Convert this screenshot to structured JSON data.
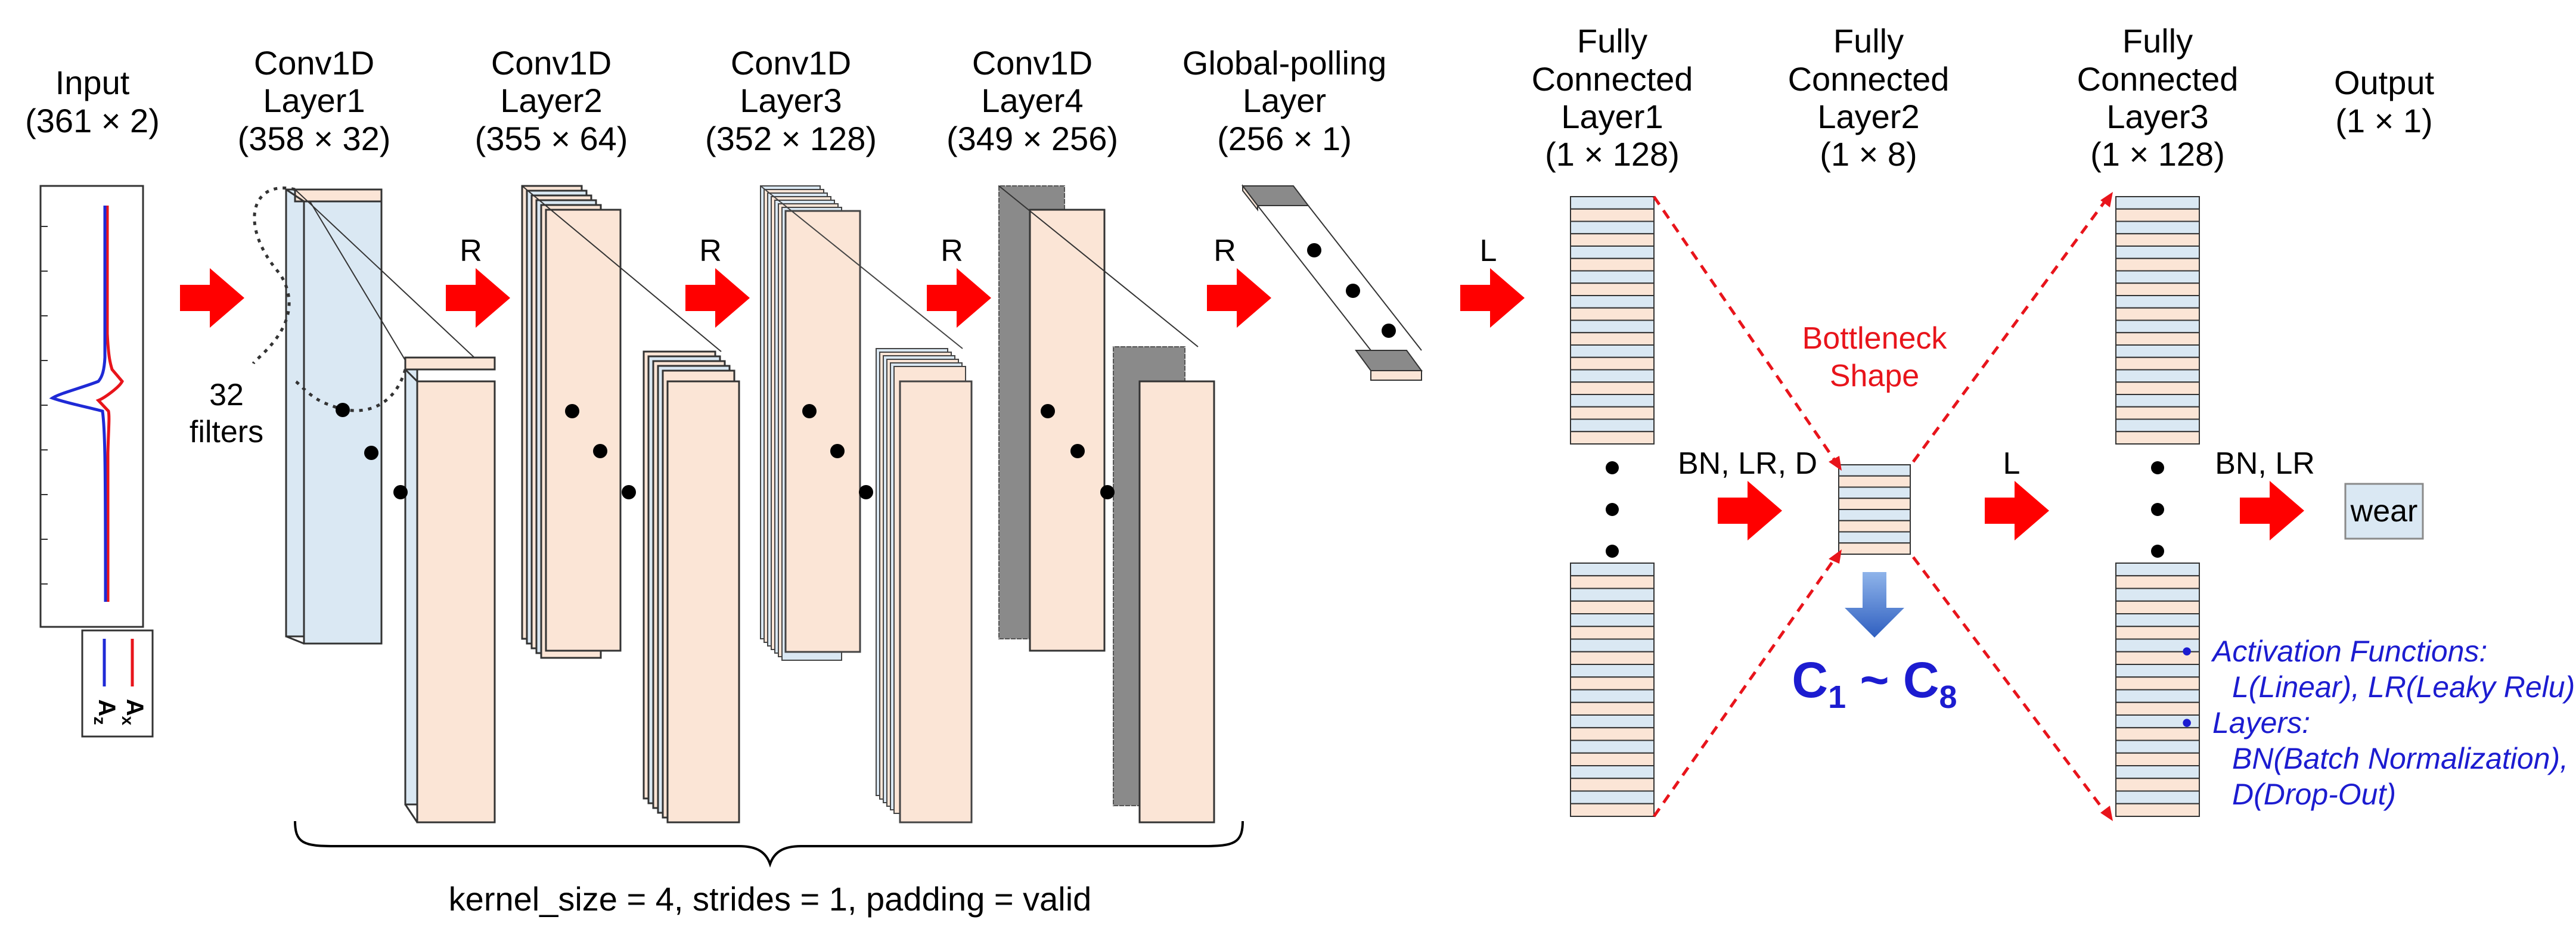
{
  "layers": {
    "input": {
      "name": "Input",
      "shape": "(361 × 2)"
    },
    "conv1": {
      "line1": "Conv1D",
      "line2": "Layer1",
      "shape": "(358 × 32)"
    },
    "conv2": {
      "line1": "Conv1D",
      "line2": "Layer2",
      "shape": "(355 × 64)"
    },
    "conv3": {
      "line1": "Conv1D",
      "line2": "Layer3",
      "shape": "(352 × 128)"
    },
    "conv4": {
      "line1": "Conv1D",
      "line2": "Layer4",
      "shape": "(349 × 256)"
    },
    "gp": {
      "line1": "Global-polling",
      "line2": "Layer",
      "shape": "(256 × 1)"
    },
    "fc1": {
      "line1": "Fully",
      "line2": "Connected",
      "line3": "Layer1",
      "shape": "(1 × 128)"
    },
    "fc2": {
      "line1": "Fully",
      "line2": "Connected",
      "line3": "Layer2",
      "shape": "(1 × 8)"
    },
    "fc3": {
      "line1": "Fully",
      "line2": "Connected",
      "line3": "Layer3",
      "shape": "(1 × 128)"
    },
    "output": {
      "name": "Output",
      "shape": "(1 × 1)"
    }
  },
  "labels": {
    "filters_line1": "32",
    "filters_line2": "filters",
    "arrow_r": "R",
    "arrow_l": "L",
    "bn_lr_d": "BN, LR, D",
    "bn_lr": "BN, LR",
    "bottleneck_line1": "Bottleneck",
    "bottleneck_line2": "Shape",
    "wear": "wear",
    "kernel": "kernel_size = 4, strides = 1, padding = valid",
    "code_c": "C",
    "code_sub1": "1",
    "code_tilde": " ~ C",
    "code_sub8": "8"
  },
  "legend": {
    "ax": {
      "letter": "A",
      "sub": "x"
    },
    "az": {
      "letter": "A",
      "sub": "z"
    }
  },
  "notes": {
    "bullet": "•",
    "activation_title": "Activation Functions:",
    "activation_items": "L(Linear), LR(Leaky Relu)",
    "layers_title": "Layers:",
    "layers_item1": "BN(Batch Normalization),",
    "layers_item2": "D(Drop-Out)"
  },
  "colors": {
    "peach": "#fbe5d6",
    "light_blue": "#dae8f3",
    "arrow_red": "#ff0000",
    "dashed_red": "#e8141b",
    "note_blue": "#1c1cd0",
    "signal_blue": "#1f2ad6",
    "signal_red": "#e8141b",
    "gray_edge": "#9a9a9a",
    "code_arrow": "#4472c4"
  }
}
